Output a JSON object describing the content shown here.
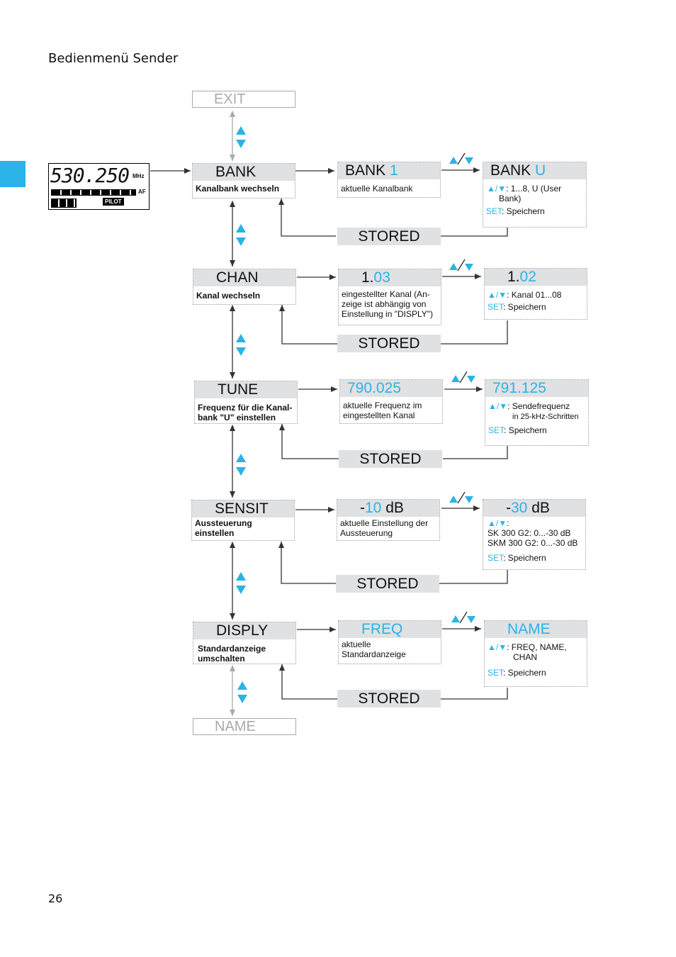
{
  "page": {
    "title": "Bedienmenü Sender",
    "number": "26"
  },
  "display": {
    "digits": "530.250",
    "mhz": "MHz",
    "af": "AF",
    "pilot": "PILOT"
  },
  "menu": {
    "exit": "EXIT",
    "name_end": "NAME",
    "stored": "STORED",
    "set_label": "SET",
    "save": ": Speichern",
    "rows": [
      {
        "main": "BANK",
        "main_desc": "Kanalbank wechseln",
        "cur_pre": "BANK ",
        "cur_val": "1",
        "cur_post": "",
        "cur_desc": "aktuelle Kanalbank",
        "new_pre": "BANK ",
        "new_val": "U",
        "new_post": "",
        "new_desc": ": 1...8, U (User Bank)"
      },
      {
        "main": "CHAN",
        "main_desc": "Kanal wechseln",
        "cur_pre": "1.",
        "cur_val": "03",
        "cur_post": "",
        "cur_desc": "eingestellter Kanal (An-zeige ist abhängig von Einstellung in \"DISPLY\")",
        "new_pre": "1.",
        "new_val": "02",
        "new_post": "",
        "new_desc": ": Kanal  01...08"
      },
      {
        "main": "TUNE",
        "main_desc": "Frequenz für die Kanal-bank \"U\" einstellen",
        "cur_pre": "",
        "cur_val": "790.025",
        "cur_post": "",
        "cur_desc": "aktuelle Frequenz im eingestellten Kanal",
        "new_pre": "",
        "new_val": "791.125",
        "new_post": "",
        "new_desc": ": Sendefrequenz",
        "new_desc2": "in 25-kHz-Schritten"
      },
      {
        "main": "SENSIT",
        "main_desc": "Aussteuerung einstellen",
        "cur_pre": "-",
        "cur_val": "10",
        "cur_post": " dB",
        "cur_desc": "aktuelle Einstellung der Aussteuerung",
        "new_pre": "-",
        "new_val": "30",
        "new_post": " dB",
        "new_desc": ":",
        "new_desc2": "SK 300 G2:    0...-30 dB",
        "new_desc3": "SKM 300 G2: 0...-30 dB"
      },
      {
        "main": "DISPLY",
        "main_desc": "Standardanzeige umschalten",
        "cur_pre": "",
        "cur_val": "FREQ",
        "cur_post": "",
        "cur_desc": "aktuelle Standardanzeige",
        "new_pre": "",
        "new_val": "NAME",
        "new_post": "",
        "new_desc": ":  FREQ, NAME, CHAN"
      }
    ]
  },
  "colors": {
    "accent": "#2ab3e6",
    "header_bg": "#e0e1e3",
    "line": "#444444"
  }
}
